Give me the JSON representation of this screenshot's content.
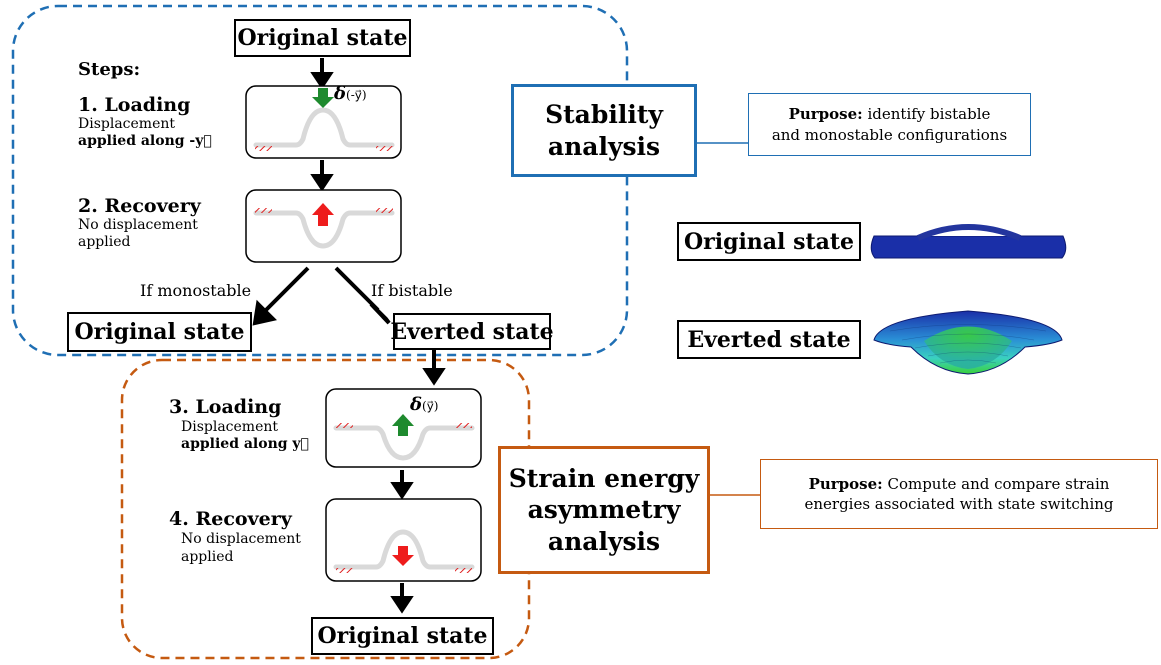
{
  "colors": {
    "blue": "#1f6fb4",
    "orange": "#c55a11",
    "green_arrow": "#1e8a2e",
    "red_arrow": "#ee1c1c",
    "membrane": "#d9d9d9",
    "fem_blue": "#1a2fa8",
    "fem_green": "#3ad13a"
  },
  "flow": {
    "top_state": "Original state",
    "steps_label": "Steps:",
    "step1": {
      "title": "1. Loading",
      "line1": "Displacement",
      "line2": "applied along -y⃗"
    },
    "step1_delta": "δ",
    "step1_delta_sub": "(-y⃗)",
    "step2": {
      "title": "2. Recovery",
      "line1": "No displacement",
      "line2": "applied"
    },
    "branch_left_label": "If monostable",
    "branch_right_label": "If bistable",
    "left_state": "Original state",
    "right_state": "Everted state",
    "step3": {
      "title": "3. Loading",
      "line1": "Displacement",
      "line2": "applied along y⃗"
    },
    "step3_delta": "δ",
    "step3_delta_sub": "(y⃗)",
    "step4": {
      "title": "4. Recovery",
      "line1": "No displacement",
      "line2": "applied"
    },
    "bottom_state": "Original state"
  },
  "stability": {
    "title_line1": "Stability",
    "title_line2": "analysis",
    "purpose_bold": "Purpose:",
    "purpose_text1": "identify bistable",
    "purpose_text2": "and monostable configurations"
  },
  "strain": {
    "title_line1": "Strain energy",
    "title_line2": "asymmetry",
    "title_line3": "analysis",
    "purpose_bold": "Purpose:",
    "purpose_text1": "Compute and compare strain",
    "purpose_text2": "energies associated with state switching"
  },
  "legend": {
    "original_label": "Original state",
    "everted_label": "Everted state"
  }
}
